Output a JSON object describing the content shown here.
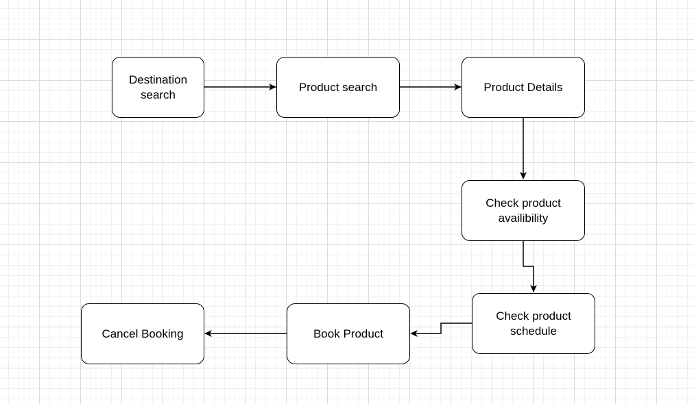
{
  "nodes": [
    {
      "id": "destination-search",
      "label": "Destination search"
    },
    {
      "id": "product-search",
      "label": "Product search"
    },
    {
      "id": "product-details",
      "label": "Product Details"
    },
    {
      "id": "check-product-availibility",
      "label": "Check product availibility"
    },
    {
      "id": "check-product-schedule",
      "label": "Check product schedule"
    },
    {
      "id": "book-product",
      "label": "Book Product"
    },
    {
      "id": "cancel-booking",
      "label": "Cancel Booking"
    }
  ],
  "edges": [
    {
      "from": "destination-search",
      "to": "product-search"
    },
    {
      "from": "product-search",
      "to": "product-details"
    },
    {
      "from": "product-details",
      "to": "check-product-availibility"
    },
    {
      "from": "check-product-availibility",
      "to": "check-product-schedule"
    },
    {
      "from": "check-product-schedule",
      "to": "book-product"
    },
    {
      "from": "book-product",
      "to": "cancel-booking"
    }
  ],
  "colors": {
    "stroke": "#000000",
    "node_fill": "#ffffff",
    "grid_major": "#dcdcdc",
    "grid_minor": "#f0f0f0"
  }
}
